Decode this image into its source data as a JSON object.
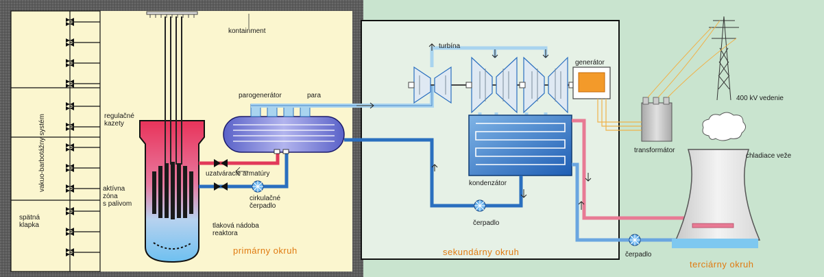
{
  "labels": {
    "kontainment": "kontainment",
    "turbina": "turbína",
    "generator": "generátor",
    "parogenerator": "parogenerátor",
    "para": "para",
    "regulacne_line1": "regulačné",
    "regulacne_line2": "kazety",
    "vakuo": "vakuo-barbotážny systém",
    "aktivna_line1": "aktívna",
    "aktivna_line2": "zóna",
    "aktivna_line3": "s palivom",
    "uzatvaracie": "uzatváracie armatúry",
    "cirkulacne_line1": "cirkulačné",
    "cirkulacne_line2": "čerpadlo",
    "kondenzator": "kondenzátor",
    "spatna_line1": "spätná",
    "spatna_line2": "klapka",
    "tlakova_line1": "tlaková nádoba",
    "tlakova_line2": "reaktora",
    "cerpadlo_sec": "čerpadlo",
    "cerpadlo_ter": "čerpadlo",
    "transformator": "transformátor",
    "vedenie": "400 kV vedenie",
    "chladiace": "chladiace veže"
  },
  "circuits": {
    "primarny": "primárny okruh",
    "sekundarny": "sekundárny okruh",
    "terciarny": "terciárny okruh"
  },
  "colors": {
    "background": "#c9e4cf",
    "containment": "#fbf6cf",
    "wall": "#5c5c5c",
    "hot": "#e23a5a",
    "cold": "#2a6fbf",
    "steam": "#a9d4ef",
    "label_orange": "#e07a10"
  }
}
